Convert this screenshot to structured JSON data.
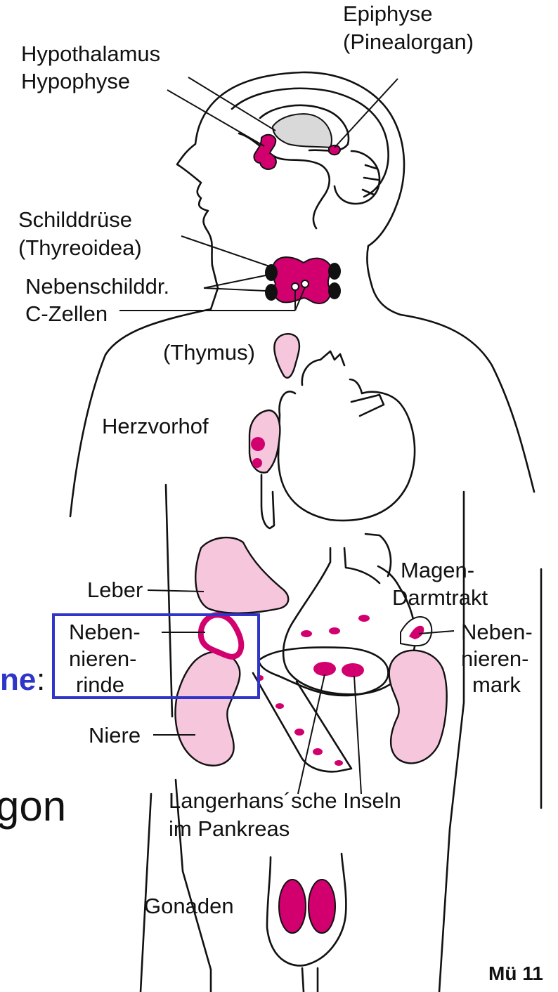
{
  "labels": {
    "epiphyse": "Epiphyse",
    "pinealorgan": "(Pinealorgan)",
    "hypothalamus": "Hypothalamus",
    "hypophyse": "Hypophyse",
    "schilddruese": "Schilddrüse",
    "thyreoidea": "(Thyreoidea)",
    "nebenschilddr": "Nebenschilddr.",
    "c_zellen": "C-Zellen",
    "thymus": "(Thymus)",
    "herzvorhof": "Herzvorhof",
    "leber": "Leber",
    "magen_1": "Magen-",
    "magen_2": "Darmtrakt",
    "nnr_1": "Neben-",
    "nnr_2": "nieren-",
    "nnr_3": "rinde",
    "nnm_1": "Neben-",
    "nnm_2": "nieren-",
    "nnm_3": "mark",
    "niere": "Niere",
    "langerhans_1": "Langerhans´sche Inseln",
    "langerhans_2": "im Pankreas",
    "gonaden": "Gonaden"
  },
  "slide_fragments": {
    "colon_fragment": "ne",
    "colon": ":",
    "text_fragment": "gon"
  },
  "corner_label": "Mü 11",
  "colors": {
    "hormone_tissue": "#d2006e",
    "organ_tissue": "#f6c6dc",
    "highlight_box": "#2f35c8",
    "fragment_text": "#2f35c8"
  }
}
